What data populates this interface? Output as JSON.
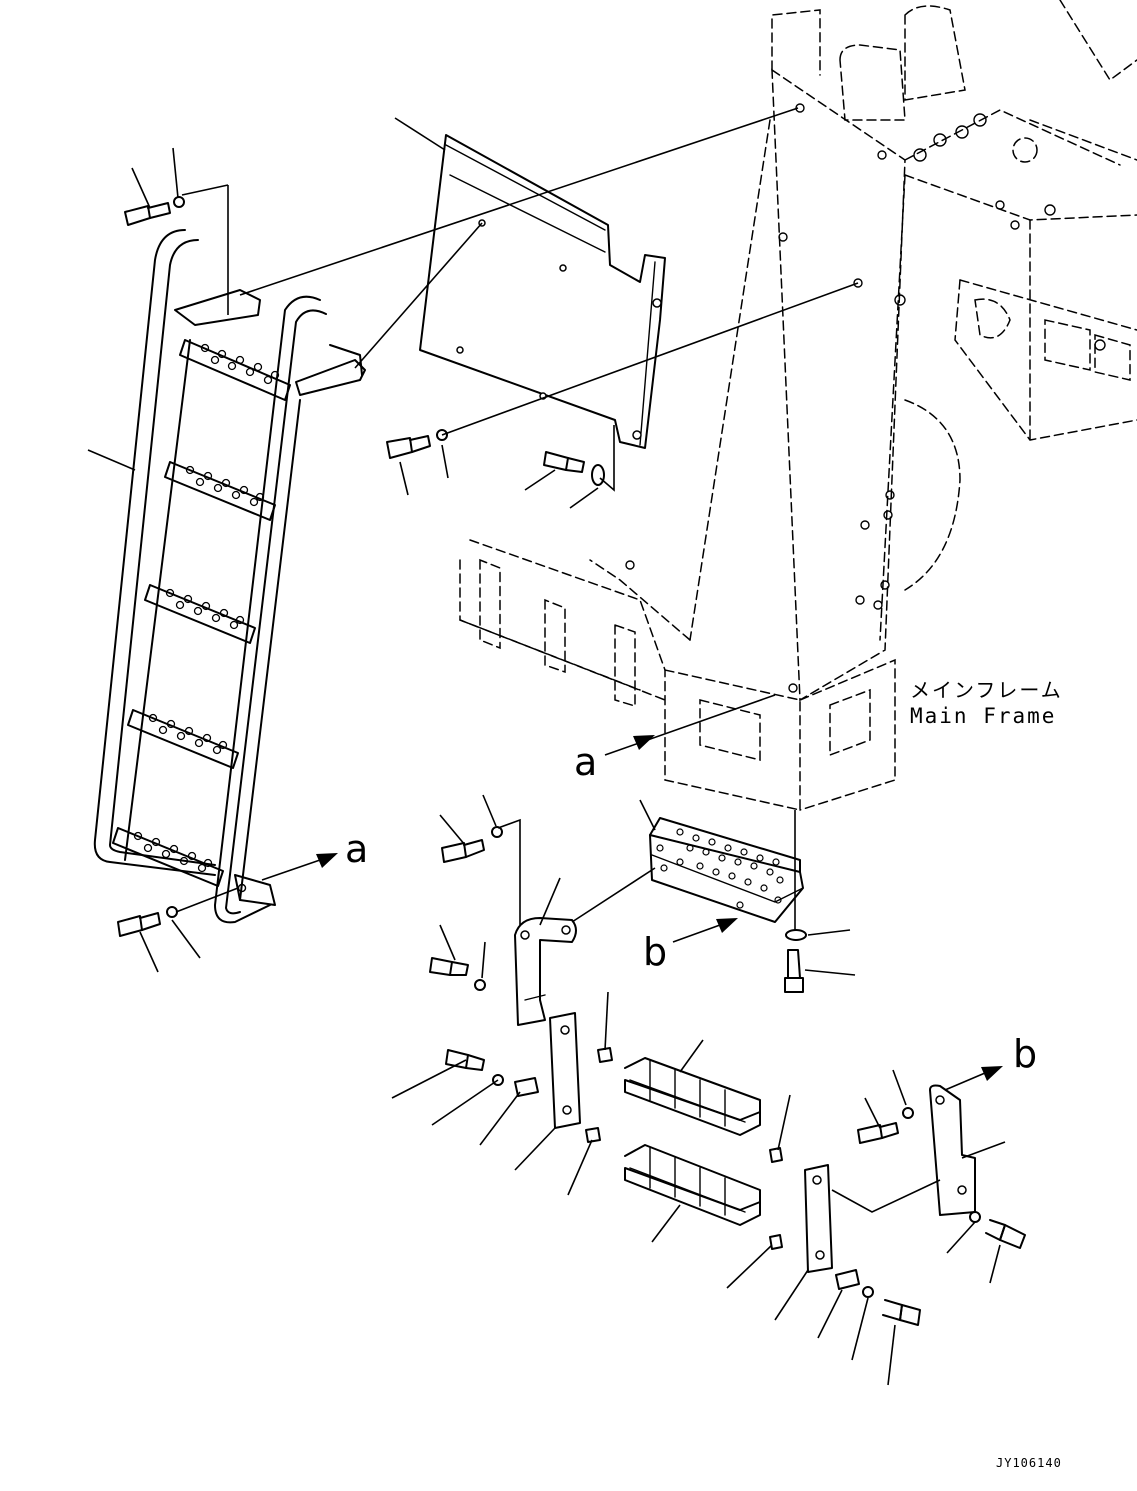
{
  "labels": {
    "main_frame_jp": "メインフレーム",
    "main_frame_en": "Main Frame",
    "ref_a_ladder": "a",
    "ref_a_frame": "a",
    "ref_b_step": "b",
    "ref_b_bracket": "b",
    "drawing_number": "JY106140"
  },
  "colors": {
    "line": "#000000",
    "background": "#ffffff"
  }
}
